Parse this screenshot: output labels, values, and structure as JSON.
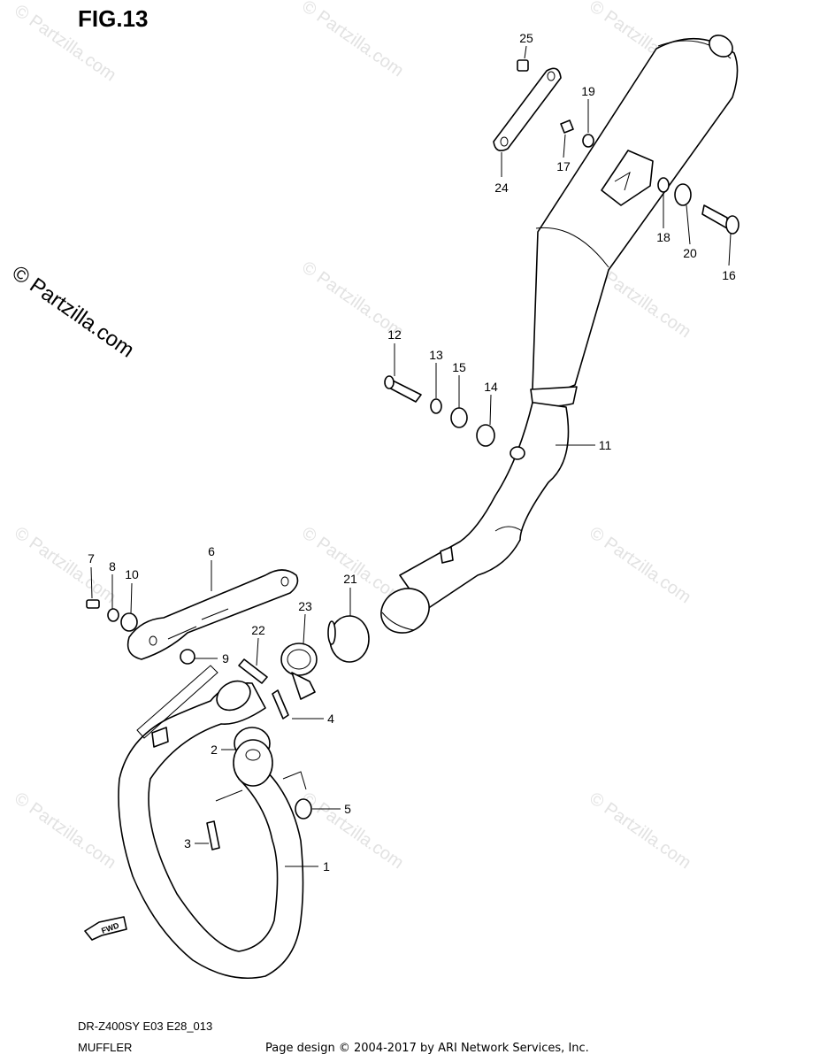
{
  "figure": {
    "title": "FIG.13",
    "model_code": "DR-Z400SY E03 E28_013",
    "name": "MUFFLER"
  },
  "watermarks": {
    "tile_text": "© Partzilla.com",
    "large_text": "© Partzilla.com"
  },
  "direction_badge": "FWD",
  "callouts": [
    {
      "id": "25",
      "label": "25"
    },
    {
      "id": "19",
      "label": "19"
    },
    {
      "id": "17",
      "label": "17"
    },
    {
      "id": "24",
      "label": "24"
    },
    {
      "id": "18",
      "label": "18"
    },
    {
      "id": "20",
      "label": "20"
    },
    {
      "id": "16",
      "label": "16"
    },
    {
      "id": "12",
      "label": "12"
    },
    {
      "id": "13",
      "label": "13"
    },
    {
      "id": "15",
      "label": "15"
    },
    {
      "id": "14",
      "label": "14"
    },
    {
      "id": "11",
      "label": "11"
    },
    {
      "id": "7",
      "label": "7"
    },
    {
      "id": "8",
      "label": "8"
    },
    {
      "id": "10",
      "label": "10"
    },
    {
      "id": "6",
      "label": "6"
    },
    {
      "id": "21",
      "label": "21"
    },
    {
      "id": "23",
      "label": "23"
    },
    {
      "id": "22",
      "label": "22"
    },
    {
      "id": "9",
      "label": "9"
    },
    {
      "id": "4",
      "label": "4"
    },
    {
      "id": "2",
      "label": "2"
    },
    {
      "id": "5",
      "label": "5"
    },
    {
      "id": "3",
      "label": "3"
    },
    {
      "id": "1",
      "label": "1"
    }
  ],
  "footer": {
    "credit": "Page design © 2004-2017 by ARI Network Services, Inc."
  }
}
